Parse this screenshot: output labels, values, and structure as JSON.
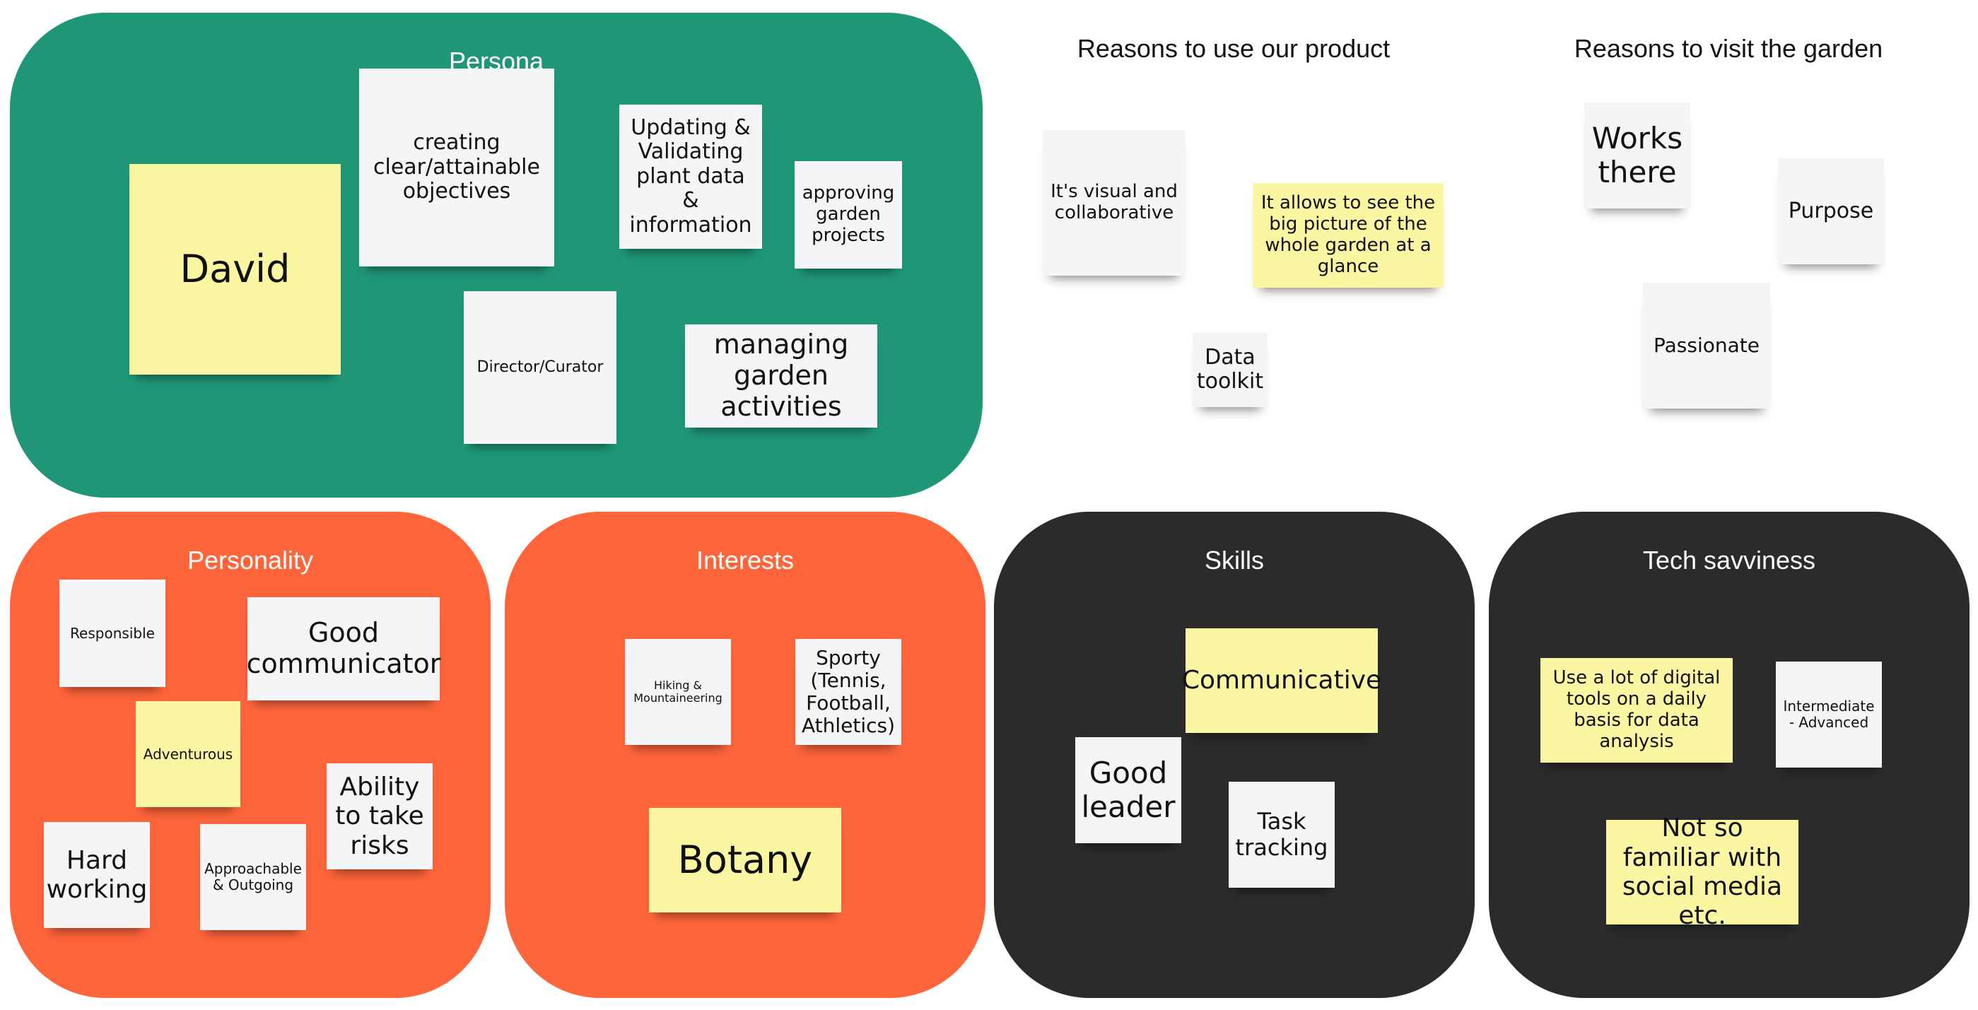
{
  "frames": {
    "persona": "Persona",
    "personality": "Personality",
    "interests": "Interests",
    "skills": "Skills",
    "tech": "Tech savviness"
  },
  "sections": {
    "reasons_product": "Reasons to use our product",
    "reasons_garden": "Reasons to visit the garden"
  },
  "persona": {
    "name": "David",
    "objectives": "creating clear/attainable objectives",
    "updating": "Updating & Validating plant data & information",
    "approving": "approving garden projects",
    "role": "Director/Curator",
    "managing": "managing garden activities"
  },
  "product": {
    "visual": "It's visual and collaborative",
    "big_picture": "It allows to see the big picture of the whole garden at a glance",
    "toolkit": "Data toolkit"
  },
  "garden": {
    "works": "Works there",
    "purpose": "Purpose",
    "passionate": "Passionate"
  },
  "personality": {
    "responsible": "Responsible",
    "communicator": "Good communicator",
    "adventurous": "Adventurous",
    "risks": "Ability to take risks",
    "hardworking": "Hard working",
    "approachable": "Approachable & Outgoing"
  },
  "interests": {
    "hiking": "Hiking & Mountaineering",
    "sporty": "Sporty (Tennis, Football, Athletics)",
    "botany": "Botany"
  },
  "skills": {
    "communicative": "Communicative",
    "leader": "Good leader",
    "tracking": "Task tracking"
  },
  "tech": {
    "digital": "Use a lot of digital tools on a daily basis for data analysis",
    "level": "Intermediate - Advanced",
    "social": "Not so familiar with social media etc."
  },
  "colors": {
    "persona_frame": "#1f9777",
    "orange_frame": "#ff653b",
    "dark_frame": "#2b2b2b",
    "yellow_note": "#fbf6a1",
    "white_note": "#f4f5f6"
  }
}
